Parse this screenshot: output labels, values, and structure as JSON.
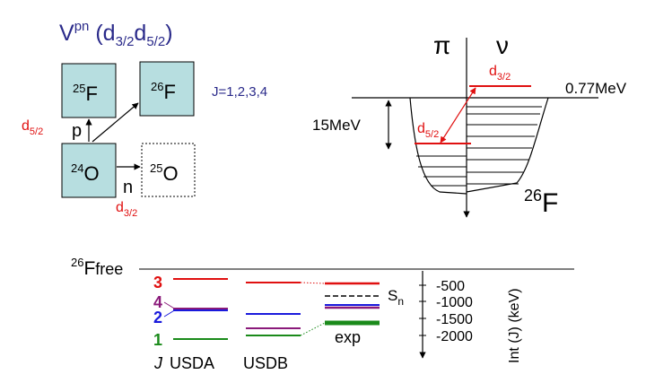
{
  "title": {
    "base": "V",
    "sup": "pn",
    "open": " (d",
    "sub1": "3/2",
    "mid": "d",
    "sub2": "5/2",
    "close": ")"
  },
  "nuclei": {
    "f25": {
      "sup": "25",
      "sym": "F"
    },
    "f26": {
      "sup": "26",
      "sym": "F"
    },
    "o24": {
      "sup": "24",
      "sym": "O"
    },
    "o25": {
      "sup": "25",
      "sym": "O"
    }
  },
  "j_values": "J=1,2,3,4",
  "orbitals": {
    "d52": {
      "base": "d",
      "sub": "5/2"
    },
    "d32": {
      "base": "d",
      "sub": "3/2"
    }
  },
  "particles": {
    "proton": "p",
    "neutron": "n"
  },
  "well": {
    "pi": "π",
    "nu": "ν",
    "depth": "15MeV",
    "level_energy": "0.77MeV",
    "nucleus": {
      "sup": "26",
      "sym": "F"
    }
  },
  "levels": {
    "free": {
      "sup": "26",
      "base": "F",
      "suffix": "free"
    },
    "j_labels": [
      "3",
      "4",
      "2",
      "1"
    ],
    "j_axis": "J",
    "usda": "USDA",
    "usdb": "USDB",
    "exp": "exp",
    "sn": {
      "base": "S",
      "sub": "n"
    },
    "ticks": [
      "-500",
      "-1000",
      "-1500",
      "-2000"
    ],
    "axis_label": "Int (J) (keV)"
  },
  "colors": {
    "j1": "#1a8a1a",
    "j2": "#1a1adc",
    "j3": "#e01010",
    "j4": "#8a1a7a",
    "box_fill": "#b7dee0",
    "title": "#2a2a8a",
    "orbital": "#e01010"
  }
}
